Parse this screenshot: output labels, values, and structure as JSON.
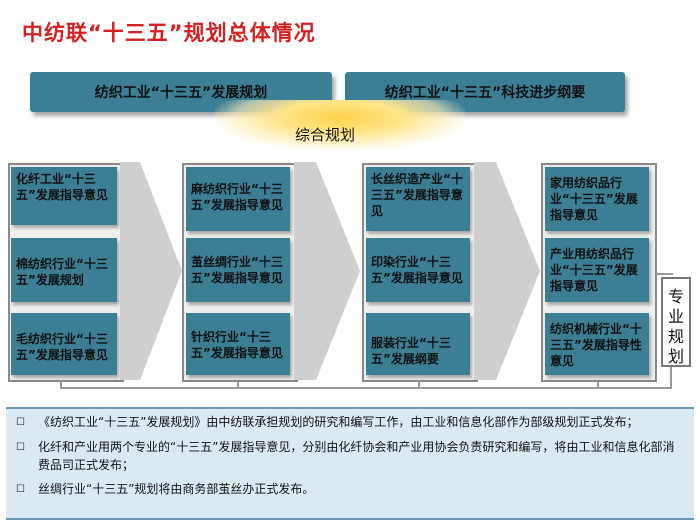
{
  "title": "中纺联“十三五”规划总体情况",
  "top_boxes": [
    "纺织工业“十三五”发展规划",
    "纺织工业“十三五”科技进步纲要"
  ],
  "center_label": "综合规划",
  "columns": [
    [
      "化纤工业“十三五”发展指导意见",
      "棉纺织行业“十三五”发展规划",
      "毛纺织行业“十三五”发展指导意见"
    ],
    [
      "麻纺织行业“十三五”发展指导意见",
      "茧丝绸行业“十三五”发展指导意见",
      "针织行业“十三五”发展指导意见"
    ],
    [
      "长丝织造产业“十三五”发展指导意见",
      "印染行业“十三五”发展指导意见",
      "服装行业“十三五”发展纲要"
    ],
    [
      "家用纺织品行业“十三五”发展指导意见",
      "产业用纺织品行业“十三五”发展指导意见",
      "纺织机械行业“十三五”发展指导性意见"
    ]
  ],
  "side_label": "专业规划",
  "notes": [
    "《纺织工业“十三五”发展规划》由中纺联承担规划的研究和编写工作，由工业和信息化部作为部级规划正式发布；",
    "化纤和产业用两个专业的“十三五”发展指导意见，分别由化纤协会和产业用协会负责研究和编写，将由工业和信息化部消费品司正式发布；",
    "丝绸行业“十三五”规划将由商务部茧丝办正式发布。"
  ],
  "colors": {
    "title": "#d42020",
    "box": "#3c7f95",
    "notes_bg": "#dbe9f2"
  }
}
